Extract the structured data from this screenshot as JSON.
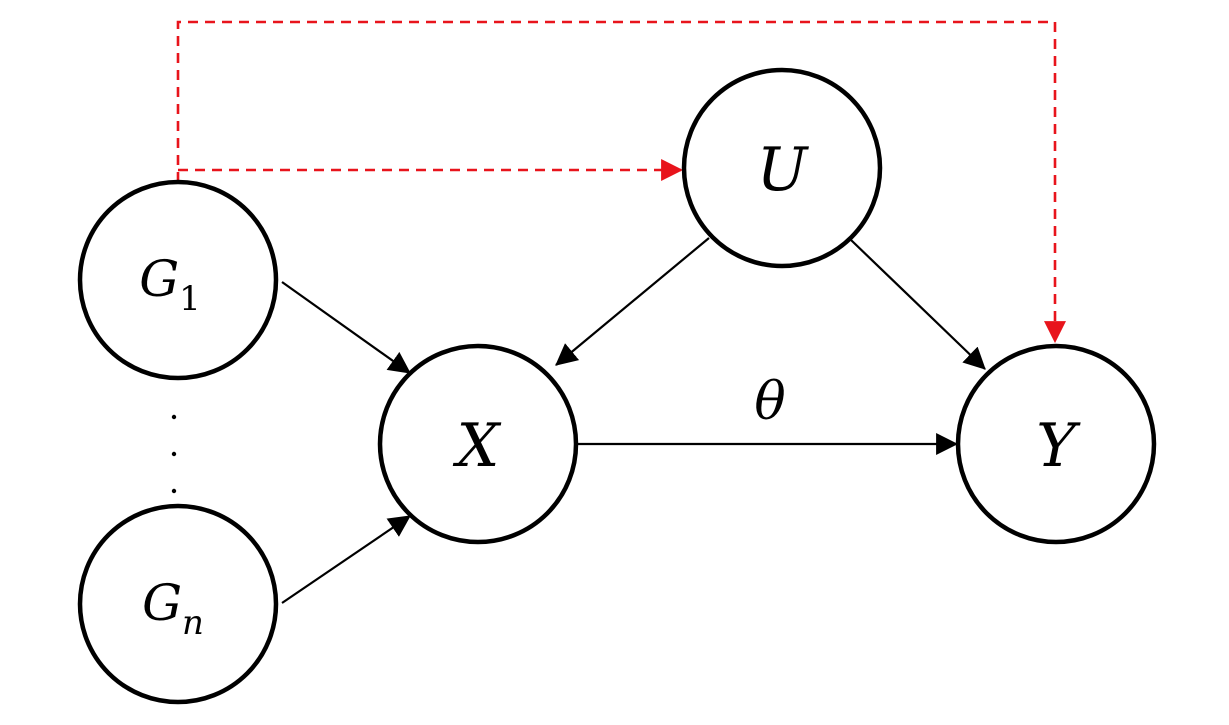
{
  "colors": {
    "node_stroke": "#000000",
    "edge": "#000000",
    "dashed_edge": "#e8141c",
    "background": "#ffffff"
  },
  "nodes": {
    "g1": {
      "base": "G",
      "sub": "1"
    },
    "gn": {
      "base": "G",
      "sub": "n"
    },
    "x": {
      "label": "X"
    },
    "u": {
      "label": "U"
    },
    "y": {
      "label": "Y"
    }
  },
  "edges": {
    "x_to_y_label": "θ"
  },
  "ellipsis": "⋮"
}
